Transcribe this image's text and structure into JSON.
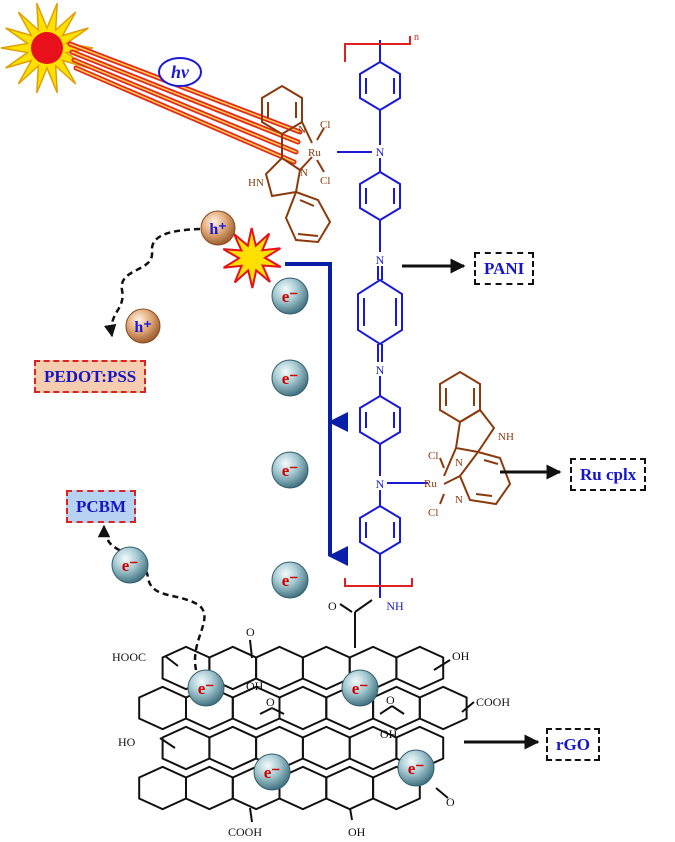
{
  "labels": {
    "hv": "hν",
    "pani": "PANI",
    "pedot": "PEDOT:PSS",
    "pcbm": "PCBM",
    "rucplx": "Ru cplx",
    "rgo": "rGO",
    "n_sub": "n"
  },
  "charges": {
    "electron": "e⁻",
    "hole": "h⁺"
  },
  "atoms": {
    "ru": "Ru",
    "cl": "Cl",
    "n": "N",
    "hn": "HN",
    "nh": "NH",
    "o": "O",
    "oh": "OH",
    "ho": "HO",
    "cooh": "COOH",
    "hooc": "HOOC"
  },
  "colors": {
    "polymer": "#1a1ad6",
    "complex": "#8b3a0e",
    "bracket": "#e02020",
    "arrow": "#0a1fa8",
    "beam": "#e6281e",
    "beam_core": "#ffd24a",
    "sun": "#ffe000",
    "sun_core": "#e8101a",
    "electron_text": "#d40000",
    "hole_ball": "#d9a070"
  }
}
